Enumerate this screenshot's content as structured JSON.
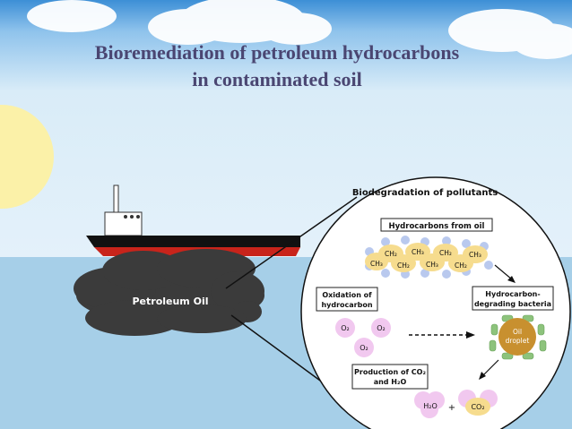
{
  "slide": {
    "title_line1": "Bioremediation of petroleum hydrocarbons",
    "title_line2": "in contaminated soil"
  },
  "oil_cloud": {
    "label": "Petroleum Oil"
  },
  "diagram": {
    "heading": "Biodegradation of pollutants",
    "hydrocarbons_box": "Hydrocarbons from oil",
    "oxidation_box": [
      "Oxidation of",
      "hydrocarbon"
    ],
    "bacteria_box": [
      "Hydrocarbon-",
      "degrading bacteria"
    ],
    "production_box": [
      "Production of CO₂",
      "and H₂O"
    ],
    "molecules": [
      "CH₂",
      "CH₃",
      "CH₂",
      "CH₃",
      "CH₃",
      "CH₂",
      "CH₃",
      "CH₂"
    ],
    "oxygen": [
      "O₂",
      "O₂",
      "O₂"
    ],
    "droplet": [
      "Oil",
      "droplet"
    ],
    "products": {
      "water": "H₂O",
      "plus": "+",
      "co2": "CO₂"
    }
  },
  "colors": {
    "sky": "#cfe6f5",
    "sea": "#a6cfe8",
    "title": "#4a4672",
    "molecule": "#f6dc8e",
    "molecule_bead": "#b9c9ee",
    "oxygen": "#f1c8ef",
    "droplet": "#c8902f",
    "bacteria_leaf": "#8dc37c",
    "hull_red": "#c8241b"
  }
}
